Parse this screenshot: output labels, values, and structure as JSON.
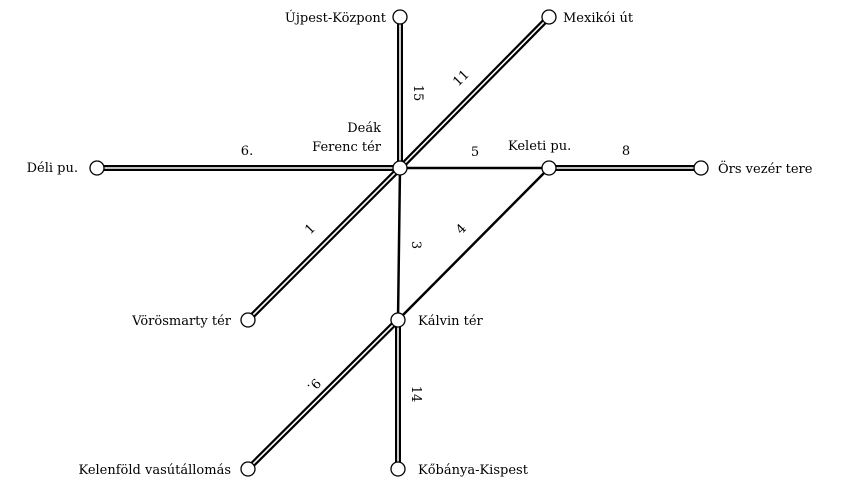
{
  "stations": {
    "ujpest": "Újpest-Központ",
    "mexikoi": "Mexikói út",
    "deak_line1": "Deák",
    "deak_line2": "Ferenc tér",
    "keleti": "Keleti pu.",
    "deli": "Déli pu.",
    "ors": "Örs vezér tere",
    "vorosmarty": "Vörösmarty tér",
    "kalvin": "Kálvin tér",
    "kelenfold": "Kelenföld vasútállomás",
    "kobanya": "Kőbánya-Kispest"
  },
  "edges": {
    "e15": "15",
    "e11": "11",
    "e6": "6.",
    "e5": "5",
    "e8": "8",
    "e1": "1",
    "e3": "3",
    "e4": "4",
    "e9": "9.",
    "e14": "14"
  },
  "colors": {
    "line": "#000000",
    "node_fill": "#ffffff"
  }
}
